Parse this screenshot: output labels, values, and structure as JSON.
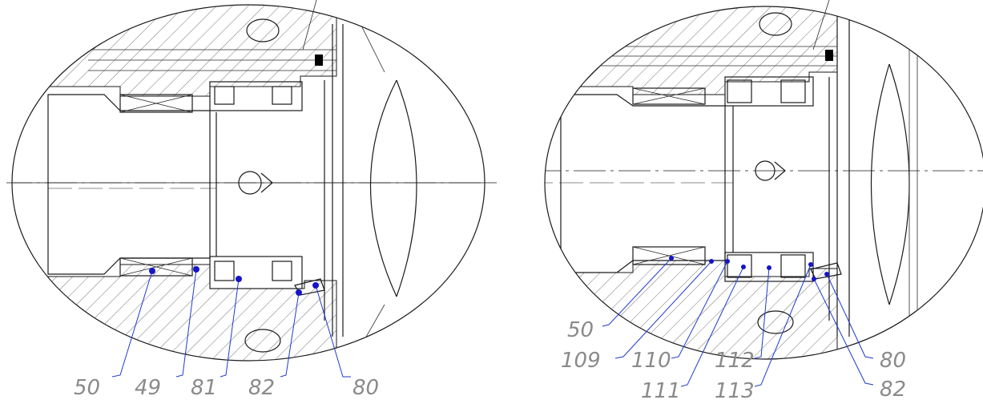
{
  "views": [
    {
      "name": "left-view",
      "callouts": [
        {
          "label": "50"
        },
        {
          "label": "49"
        },
        {
          "label": "81"
        },
        {
          "label": "82"
        },
        {
          "label": "80"
        }
      ]
    },
    {
      "name": "right-view",
      "callouts": [
        {
          "label": "50"
        },
        {
          "label": "109"
        },
        {
          "label": "110"
        },
        {
          "label": "111"
        },
        {
          "label": "112"
        },
        {
          "label": "113"
        },
        {
          "label": "80"
        },
        {
          "label": "82"
        }
      ]
    }
  ],
  "colors": {
    "line": "#1a1a1a",
    "leader": "#1e3ad0",
    "dot": "#1515c8",
    "label": "#8a8a8a"
  }
}
